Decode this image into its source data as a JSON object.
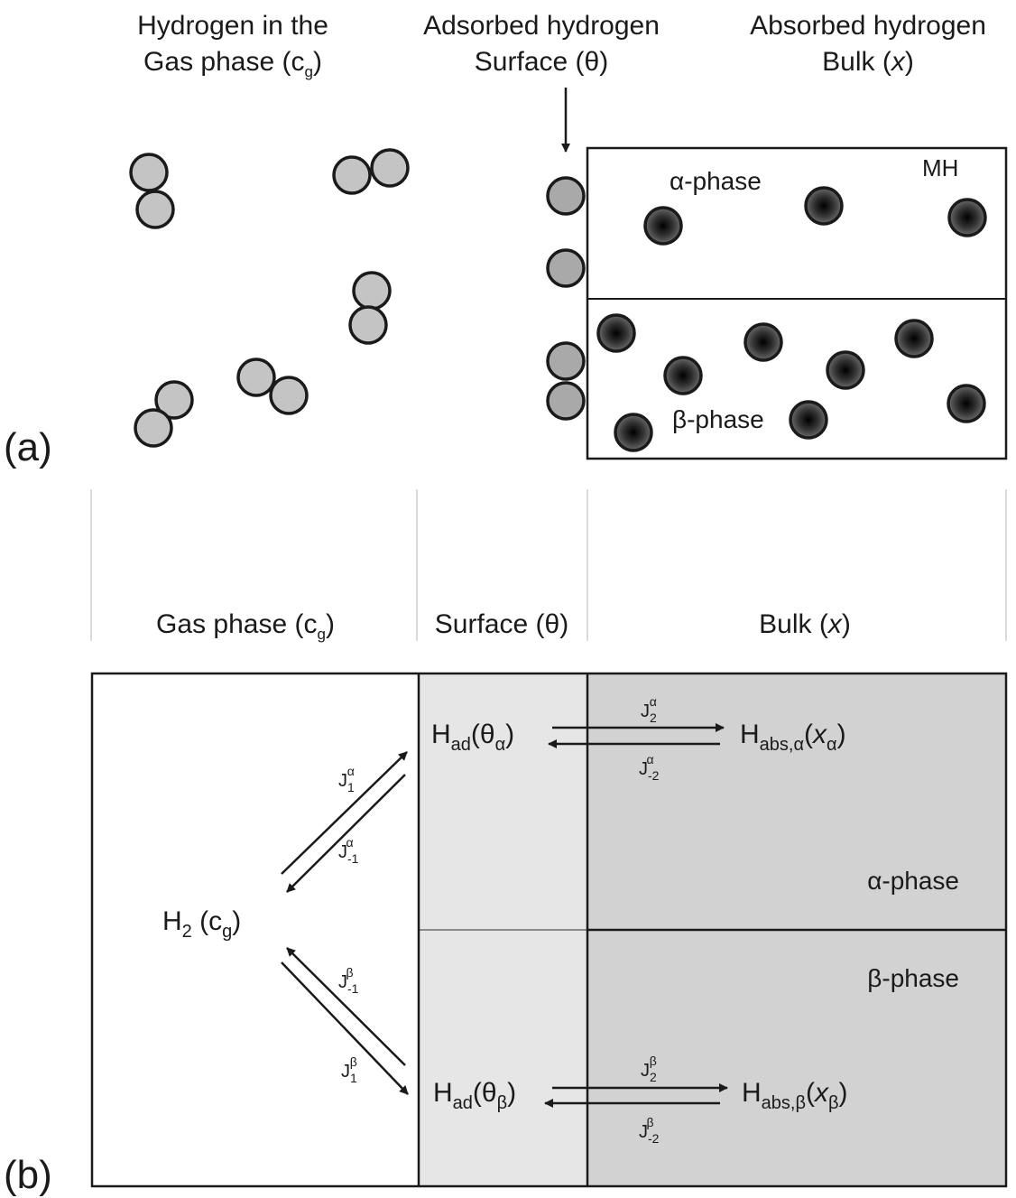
{
  "panel_a": {
    "label": "(a)",
    "header_gas_line1": "Hydrogen in the",
    "header_gas_line2": "Gas phase (c",
    "header_gas_sub": "g",
    "header_gas_close": ")",
    "header_surface_line1": "Adsorbed hydrogen",
    "header_surface_line2": "Surface (θ)",
    "header_bulk_line1": "Absorbed hydrogen",
    "header_bulk_line2": "Bulk (",
    "header_bulk_var": "x",
    "header_bulk_close": ")",
    "bulk_alpha_label": "α-phase",
    "bulk_beta_label": "β-phase",
    "bulk_mh_label": "MH"
  },
  "columns": {
    "gas_label": "Gas phase (c",
    "gas_sub": "g",
    "gas_close": ")",
    "surface_label": "Surface (θ)",
    "bulk_label": "Bulk (",
    "bulk_var": "x",
    "bulk_close": ")"
  },
  "panel_b": {
    "label": "(b)",
    "h2": "H",
    "h2_sub": "2",
    "h2_rest": " (c",
    "h2_rest_sub": "g",
    "h2_close": ")",
    "had": "H",
    "had_sub": "ad",
    "had_alpha_arg": "(θ",
    "had_alpha_sub": "α",
    "had_beta_sub": "β",
    "paren_close": ")",
    "habs": "H",
    "habs_alpha_sub": "abs,α",
    "habs_beta_sub": "abs,β",
    "habs_open": "(",
    "habs_var": "x",
    "alpha_phase": "α-phase",
    "beta_phase": "β-phase",
    "flux_J": "J",
    "flux_1": "1",
    "flux_m1": "-1",
    "flux_2": "2",
    "flux_m2": "-2",
    "sup_alpha": "α",
    "sup_beta": "β"
  },
  "colors": {
    "molecule_fill": "#c4c4c4",
    "adsorbed_fill": "#a9a9a9",
    "absorbed_center": "#000000",
    "absorbed_edge": "#6b6b6b",
    "surface_region": "#e6e6e6",
    "bulk_region": "#d2d2d2",
    "stroke": "#1a1a1a"
  }
}
